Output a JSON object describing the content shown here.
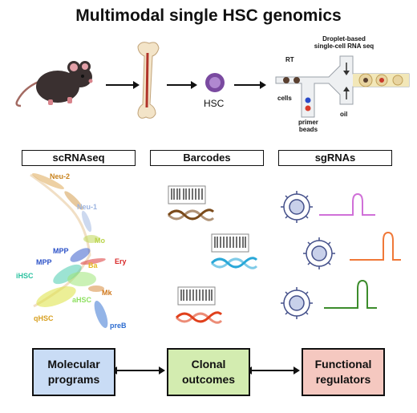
{
  "title": "Multimodal single HSC genomics",
  "workflow": {
    "hsc_label": "HSC",
    "droplet_title_line1": "Droplet-based",
    "droplet_title_line2": "single-cell RNA seq",
    "rt_label": "RT",
    "cells_label": "cells",
    "primer_label_line1": "primer",
    "primer_label_line2": "beads",
    "oil_label": "oil"
  },
  "sections": {
    "scrnaseq": "scRNAseq",
    "barcodes": "Barcodes",
    "sgrnas": "sgRNAs"
  },
  "umap_clusters": [
    {
      "name": "Neu-2",
      "color": "#c8821c"
    },
    {
      "name": "Neu-1",
      "color": "#9cb4e0"
    },
    {
      "name": "Mo",
      "color": "#b9d44a"
    },
    {
      "name": "MPP",
      "color": "#2c52c8"
    },
    {
      "name": "Ery",
      "color": "#d82a2a"
    },
    {
      "name": "Ba",
      "color": "#e6b820"
    },
    {
      "name": "iHSC",
      "color": "#2bc2a0"
    },
    {
      "name": "MPP",
      "color": "#2c52c8"
    },
    {
      "name": "aHSC",
      "color": "#8ee060"
    },
    {
      "name": "Mk",
      "color": "#d0781c"
    },
    {
      "name": "qHSC",
      "color": "#d8a020"
    },
    {
      "name": "preB",
      "color": "#2c6cd0"
    }
  ],
  "outcomes": {
    "left_line1": "Molecular",
    "left_line2": "programs",
    "middle_line1": "Clonal",
    "middle_line2": "outcomes",
    "right_line1": "Functional",
    "right_line2": "regulators"
  },
  "colors": {
    "molecular_box": "#c9dcf5",
    "clonal_box": "#d3ecb0",
    "functional_box": "#f5c8c0",
    "dna_brown": "#7a4a1a",
    "dna_blue": "#2aa8d8",
    "dna_red": "#e0401c",
    "sg_pink": "#d070d8",
    "sg_orange": "#f07838",
    "sg_green": "#3c8c2c"
  }
}
